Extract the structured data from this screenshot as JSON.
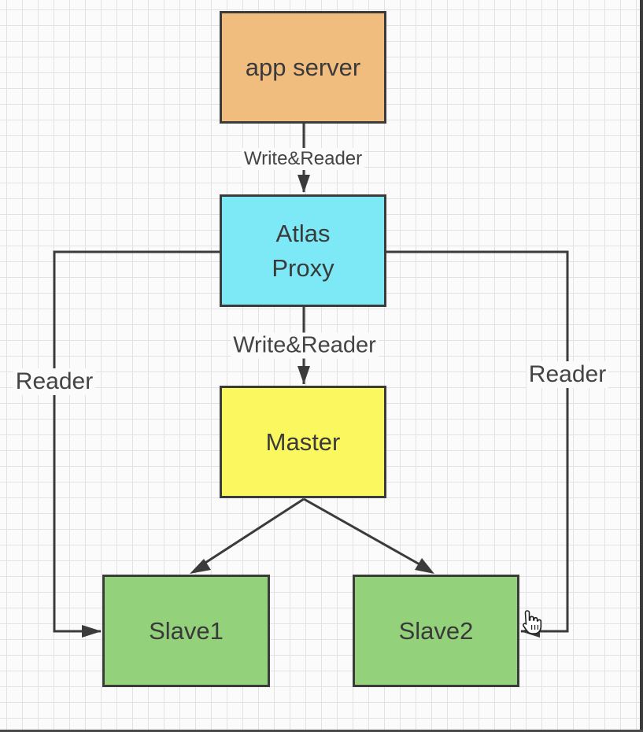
{
  "nodes": {
    "app_server": "app server",
    "atlas_proxy": [
      "Atlas",
      "Proxy"
    ],
    "master": "Master",
    "slave1": "Slave1",
    "slave2": "Slave2"
  },
  "edge_labels": {
    "app_to_atlas": "Write&Reader",
    "atlas_to_master": "Write&Reader",
    "atlas_to_slave1": "Reader",
    "atlas_to_slave2": "Reader"
  },
  "colors": {
    "app_server": "#f0bd7f",
    "atlas_proxy": "#7ee9f6",
    "master": "#fbf75e",
    "slave": "#93d27a",
    "line": "#3b3b3b"
  },
  "icons": {
    "cursor": "hand-pointer-icon"
  }
}
